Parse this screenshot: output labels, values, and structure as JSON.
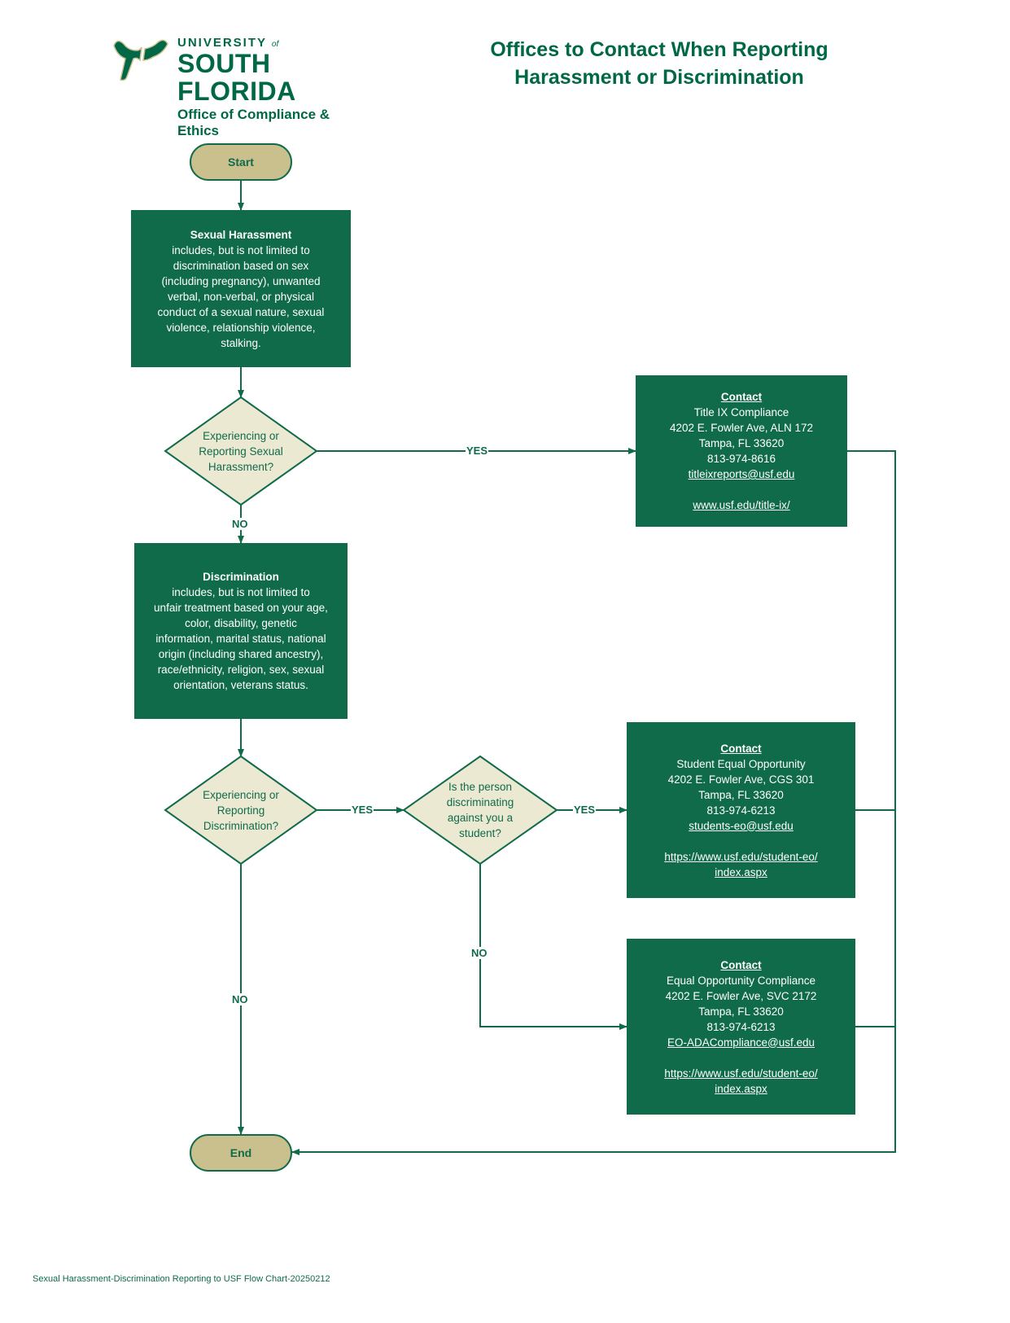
{
  "logo": {
    "university": "UNIVERSITY",
    "of": "of",
    "name": "SOUTH FLORIDA",
    "office": "Office of Compliance & Ethics"
  },
  "title": {
    "line1": "Offices to Contact When Reporting",
    "line2": "Harassment or Discrimination"
  },
  "start": "Start",
  "end": "End",
  "sexual_harassment": {
    "heading": "Sexual Harassment",
    "lines": [
      "includes, but is not limited to",
      "discrimination based on sex",
      "(including pregnancy), unwanted",
      "verbal, non-verbal, or physical",
      "conduct of a sexual nature, sexual",
      "violence, relationship violence,",
      "stalking."
    ]
  },
  "decision_sh": [
    "Experiencing or",
    "Reporting Sexual",
    "Harassment?"
  ],
  "discrimination": {
    "heading": "Discrimination",
    "lines": [
      "includes, but is not limited to",
      "unfair treatment based on your age,",
      "color, disability, genetic",
      "information, marital status, national",
      "origin (including shared ancestry),",
      "race/ethnicity, religion, sex, sexual",
      "orientation, veterans status."
    ]
  },
  "decision_disc": [
    "Experiencing or",
    "Reporting",
    "Discrimination?"
  ],
  "decision_student": [
    "Is the person",
    "discriminating",
    "against you a",
    "student?"
  ],
  "labels": {
    "yes1": "YES",
    "no1": "NO",
    "yes2": "YES",
    "yes3": "YES",
    "no2": "NO",
    "no3": "NO"
  },
  "contact_title_ix": {
    "heading": "Contact",
    "office": "Title IX Compliance",
    "address": "4202 E. Fowler Ave, ALN 172",
    "city": "Tampa, FL 33620",
    "phone": "813-974-8616",
    "email": "titleixreports@usf.edu",
    "url": "www.usf.edu/title-ix/"
  },
  "contact_student_eo": {
    "heading": "Contact",
    "office": "Student Equal Opportunity",
    "address": "4202 E. Fowler Ave, CGS 301",
    "city": "Tampa, FL 33620",
    "phone": "813-974-6213",
    "email": "students-eo@usf.edu",
    "url1": "https://www.usf.edu/student-eo/",
    "url2": "index.aspx"
  },
  "contact_eo_compliance": {
    "heading": "Contact",
    "office": "Equal Opportunity Compliance",
    "address": "4202 E. Fowler Ave, SVC 2172",
    "city": "Tampa, FL 33620",
    "phone": "813-974-6213",
    "email": "EO-ADACompliance@usf.edu",
    "url1": "https://www.usf.edu/student-eo/",
    "url2": "index.aspx"
  },
  "footer": "Sexual Harassment-Discrimination Reporting to USF Flow Chart-20250212",
  "colors": {
    "green": "#106b4a",
    "tan": "#c9c08e",
    "diamond": "#ece9d3"
  }
}
